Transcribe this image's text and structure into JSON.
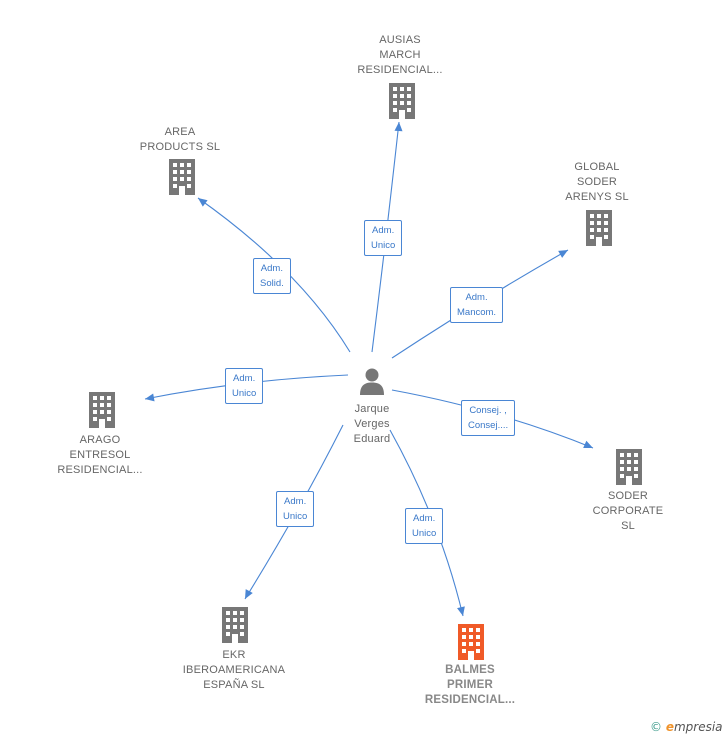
{
  "center": {
    "name_lines": [
      "Jarque",
      "Verges",
      "Eduard"
    ],
    "icon": "person-icon"
  },
  "colors": {
    "link": "#4a86d4",
    "building": "#777777",
    "highlight": "#f05a28"
  },
  "nodes": [
    {
      "id": "ausias",
      "lines": [
        "AUSIAS",
        "MARCH",
        "RESIDENCIAL..."
      ],
      "relation": [
        "Adm.",
        "Unico"
      ],
      "highlight": false
    },
    {
      "id": "area",
      "lines": [
        "AREA",
        "PRODUCTS SL"
      ],
      "relation": [
        "Adm.",
        "Solid."
      ],
      "highlight": false
    },
    {
      "id": "global",
      "lines": [
        "GLOBAL",
        "SODER",
        "ARENYS SL"
      ],
      "relation": [
        "Adm.",
        "Mancom."
      ],
      "highlight": false
    },
    {
      "id": "arago",
      "lines": [
        "ARAGO",
        "ENTRESOL",
        "RESIDENCIAL..."
      ],
      "relation": [
        "Adm.",
        "Unico"
      ],
      "highlight": false
    },
    {
      "id": "soder",
      "lines": [
        "SODER",
        "CORPORATE",
        "SL"
      ],
      "relation": [
        "Consej. ,",
        "Consej...."
      ],
      "highlight": false
    },
    {
      "id": "ekr",
      "lines": [
        "EKR",
        "IBEROAMERICANA",
        "ESPAÑA SL"
      ],
      "relation": [
        "Adm.",
        "Unico"
      ],
      "highlight": false
    },
    {
      "id": "balmes",
      "lines": [
        "BALMES",
        "PRIMER",
        "RESIDENCIAL..."
      ],
      "relation": [
        "Adm.",
        "Unico"
      ],
      "highlight": true
    }
  ],
  "footer": {
    "copyright": "©",
    "brand_e": "e",
    "brand_rest": "mpresia"
  }
}
